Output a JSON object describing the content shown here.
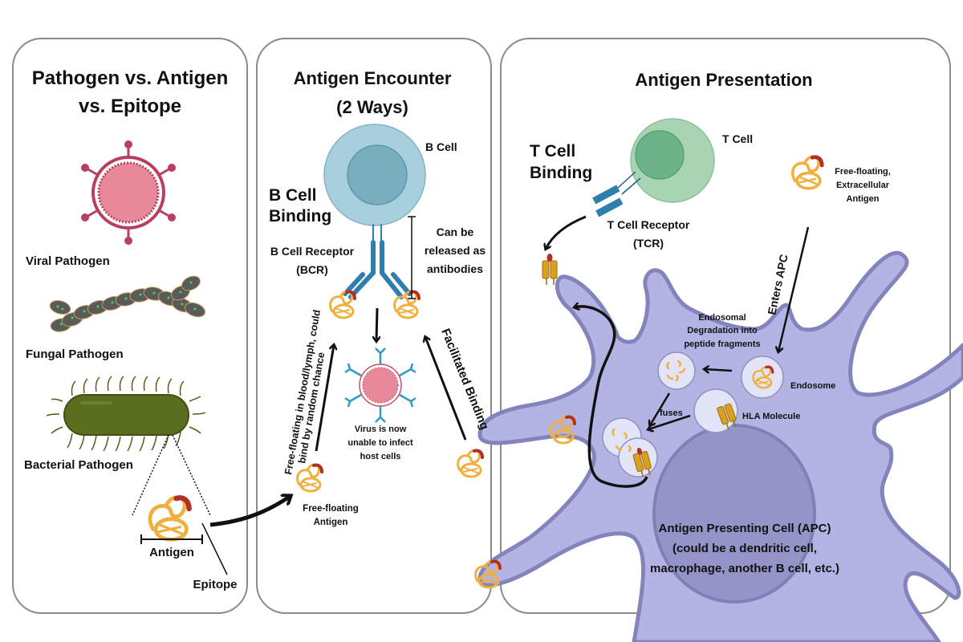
{
  "panels": [
    {
      "title_line1": "Pathogen vs. Antigen",
      "title_line2": "vs. Epitope",
      "labels": {
        "viral": "Viral Pathogen",
        "fungal": "Fungal Pathogen",
        "bacterial": "Bacterial Pathogen",
        "antigen": "Antigen",
        "epitope": "Epitope"
      }
    },
    {
      "title_line1": "Antigen Encounter",
      "title_line2": "(2 Ways)",
      "labels": {
        "b_cell": "B Cell",
        "b_cell_binding_1": "B Cell",
        "b_cell_binding_2": "Binding",
        "bcr_1": "B Cell Receptor",
        "bcr_2": "(BCR)",
        "released_1": "Can be",
        "released_2": "released as",
        "released_3": "antibodies",
        "random_1": "Free-floating in blood/lymph, could",
        "random_2": "bind by random chance",
        "facilitated": "Facilitated Binding",
        "virus_1": "Virus is now",
        "virus_2": "unable to infect",
        "virus_3": "host cells",
        "free_antigen_1": "Free-floating",
        "free_antigen_2": "Antigen"
      }
    },
    {
      "title_line1": "Antigen Presentation",
      "labels": {
        "t_cell_binding_1": "T Cell",
        "t_cell_binding_2": "Binding",
        "t_cell": "T Cell",
        "tcr_1": "T Cell Receptor",
        "tcr_2": "(TCR)",
        "extra_1": "Free-floating,",
        "extra_2": "Extracellular",
        "extra_3": "Antigen",
        "enters_apc": "Enters APC",
        "degradation_1": "Endosomal",
        "degradation_2": "Degradation into",
        "degradation_3": "peptide fragments",
        "endosome": "Endosome",
        "hla": "HLA Molecule",
        "fuses": "fuses",
        "apc_1": "Antigen Presenting Cell (APC)",
        "apc_2": "(could be a dendritic cell,",
        "apc_3": "macrophage, another B cell, etc.)"
      }
    }
  ],
  "colors": {
    "panel_border": "#8a8a8a",
    "virus_fill": "#e8899a",
    "virus_stroke": "#b8405e",
    "fungus_fill": "#5a5a5a",
    "fungus_dot": "#3ddc3d",
    "bacteria_fill": "#5b6e1f",
    "bacteria_stroke": "#3f4f12",
    "antigen": "#f0b040",
    "epitope": "#b03028",
    "b_cell_outer": "#a8d0dc",
    "b_cell_inner": "#78aebd",
    "receptor": "#2f7fae",
    "t_cell_outer": "#a8d4b4",
    "t_cell_inner": "#6db38a",
    "apc_fill": "#b4b4e4",
    "apc_stroke": "#8484bc",
    "apc_nucleus": "#9494c8",
    "vesicle": "#e4e4f8",
    "hla": "#d9a020"
  }
}
